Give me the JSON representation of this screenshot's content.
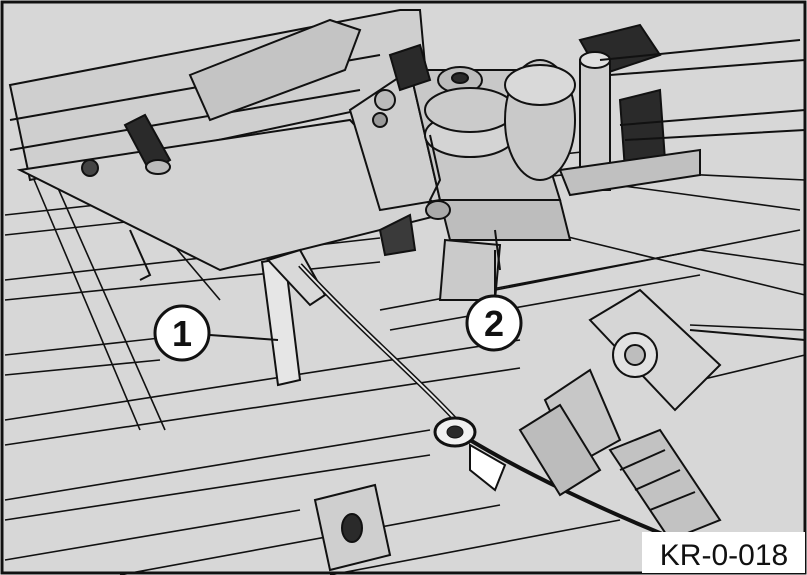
{
  "figure": {
    "callouts": [
      {
        "label": "1"
      },
      {
        "label": "2"
      }
    ],
    "reference_code": "KR-0-018",
    "colors": {
      "background": "#d7d7d7",
      "line": "#111111",
      "callout_fill": "#ffffff",
      "part_dark": "#2a2a2a"
    }
  }
}
